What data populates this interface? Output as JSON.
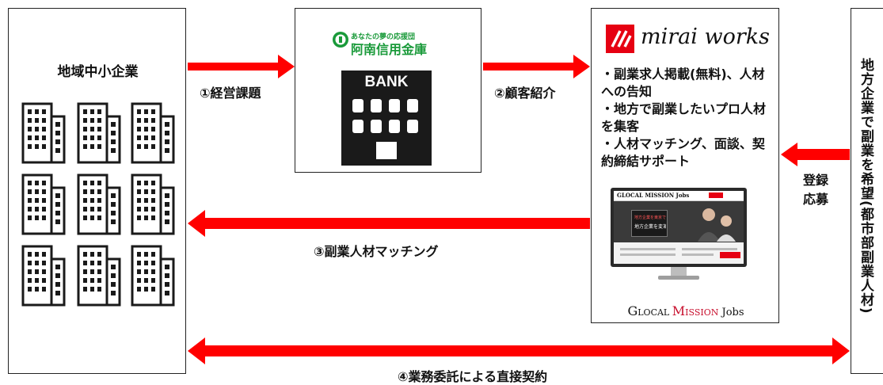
{
  "sme_box": {
    "title": "地域中小企業"
  },
  "bank_box": {
    "slogan": "あなたの夢の応援団",
    "name": "阿南信用金庫",
    "bank_sign": "BANK"
  },
  "mirai_box": {
    "logo_text": "mirai works",
    "bullets": [
      "・副業求人掲載(無料)、人材への告知",
      "・地方で副業したいプロ人材を集客",
      "・人材マッチング、面談、契約締結サポート"
    ],
    "monitor": {
      "site_brand": "GLOCAL MISSION Jobs",
      "hero_text": "地方企業を東京で支える",
      "hero_sub": "地方企業を変革する。"
    },
    "footer_logo": {
      "part1": "G",
      "part2": "LOCAL ",
      "part3": "M",
      "part4": "ISSION",
      "part5": " Jobs"
    }
  },
  "talent_box": {
    "label": "地方企業で副業を希望(都市部副業人材)"
  },
  "arrows": {
    "a1": "①経営課題",
    "a2": "②顧客紹介",
    "a3": "③副業人材マッチング",
    "a4": "④業務委託による直接契約",
    "register1": "登録",
    "register2": "応募"
  },
  "colors": {
    "arrow_red": "#ff0000",
    "bank_green": "#1a9a3a",
    "logo_red": "#e60012",
    "building": "#1a1a1a"
  }
}
